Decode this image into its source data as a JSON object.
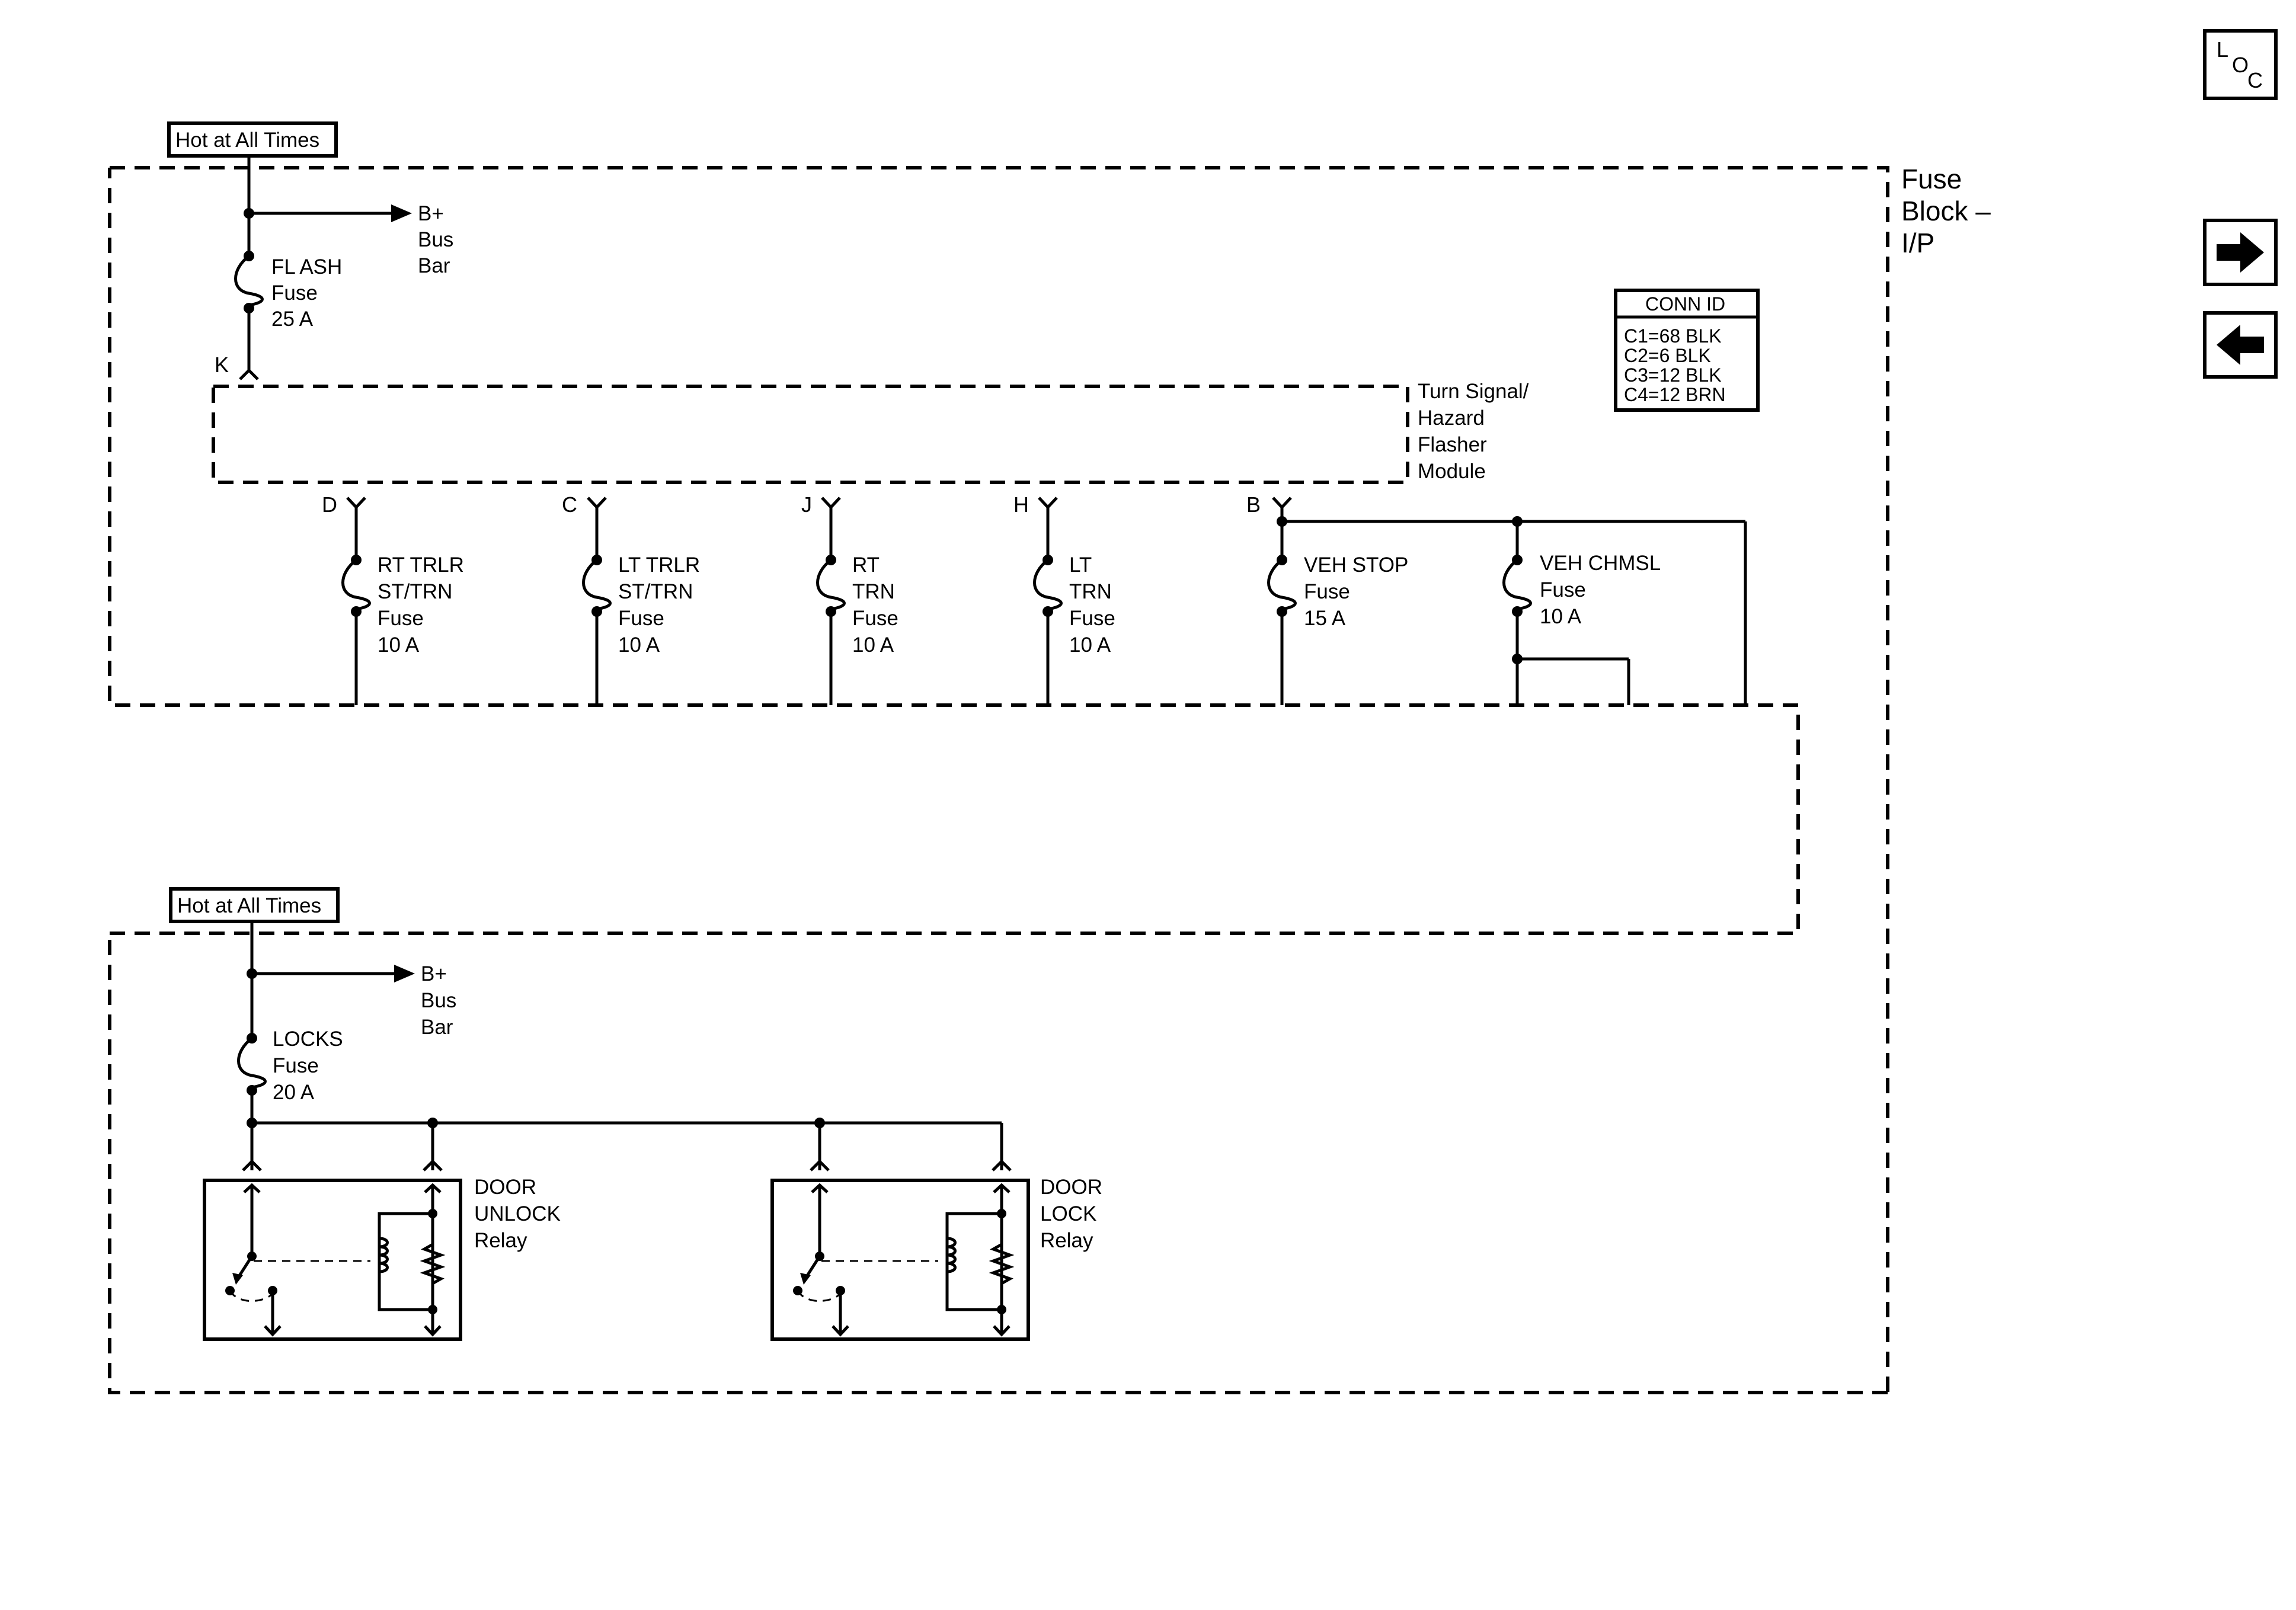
{
  "nav": {
    "loc_letters": [
      "L",
      "O",
      "C"
    ],
    "next_icon": "arrow-right-icon",
    "prev_icon": "arrow-left-icon"
  },
  "top_section": {
    "hot_label": "Hot at All Times",
    "bus_bar": [
      "B+",
      "Bus",
      "Bar"
    ],
    "fl_ash_fuse": [
      "FL ASH",
      "Fuse",
      "25 A"
    ],
    "pin_k": "K",
    "fuse_block_title": [
      "Fuse",
      "Block –",
      "I/P"
    ],
    "conn_id": {
      "title": "CONN ID",
      "rows": [
        "C1=68 BLK",
        "C2=6 BLK",
        "C3=12 BLK",
        "C4=12 BRN"
      ]
    },
    "module_label": [
      "Turn Signal/",
      "Hazard",
      "Flasher",
      "Module"
    ],
    "module_pins": [
      {
        "pin": "D",
        "fuse": [
          "RT TRLR",
          "ST/TRN",
          "Fuse",
          "10 A"
        ]
      },
      {
        "pin": "C",
        "fuse": [
          "LT TRLR",
          "ST/TRN",
          "Fuse",
          "10 A"
        ]
      },
      {
        "pin": "J",
        "fuse": [
          "RT",
          "TRN",
          "Fuse",
          "10 A"
        ]
      },
      {
        "pin": "H",
        "fuse": [
          "LT",
          "TRN",
          "Fuse",
          "10 A"
        ]
      },
      {
        "pin": "B",
        "fuse": [
          "VEH STOP",
          "Fuse",
          "15 A"
        ]
      }
    ],
    "chmsl_fuse": [
      "VEH CHMSL",
      "Fuse",
      "10 A"
    ]
  },
  "bottom_section": {
    "hot_label": "Hot at All Times",
    "bus_bar": [
      "B+",
      "Bus",
      "Bar"
    ],
    "locks_fuse": [
      "LOCKS",
      "Fuse",
      "20 A"
    ],
    "relays": [
      {
        "label": [
          "DOOR",
          "UNLOCK",
          "Relay"
        ]
      },
      {
        "label": [
          "DOOR",
          "LOCK",
          "Relay"
        ]
      }
    ]
  }
}
